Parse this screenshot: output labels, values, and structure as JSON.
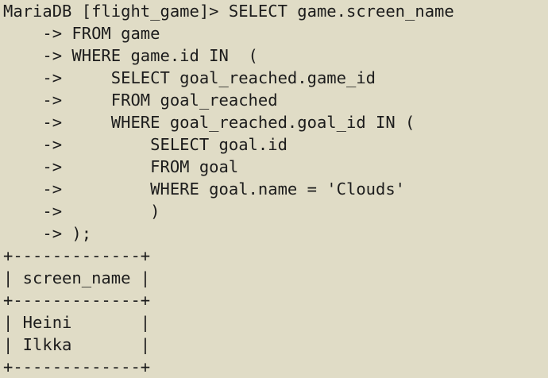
{
  "terminal": {
    "lines": [
      "MariaDB [flight_game]> SELECT game.screen_name",
      "    -> FROM game",
      "    -> WHERE game.id IN  (",
      "    ->     SELECT goal_reached.game_id",
      "    ->     FROM goal_reached",
      "    ->     WHERE goal_reached.goal_id IN (",
      "    ->         SELECT goal.id",
      "    ->         FROM goal",
      "    ->         WHERE goal.name = 'Clouds'",
      "    ->         )",
      "    -> );",
      "+-------------+",
      "| screen_name |",
      "+-------------+",
      "| Heini       |",
      "| Ilkka       |",
      "+-------------+"
    ]
  }
}
